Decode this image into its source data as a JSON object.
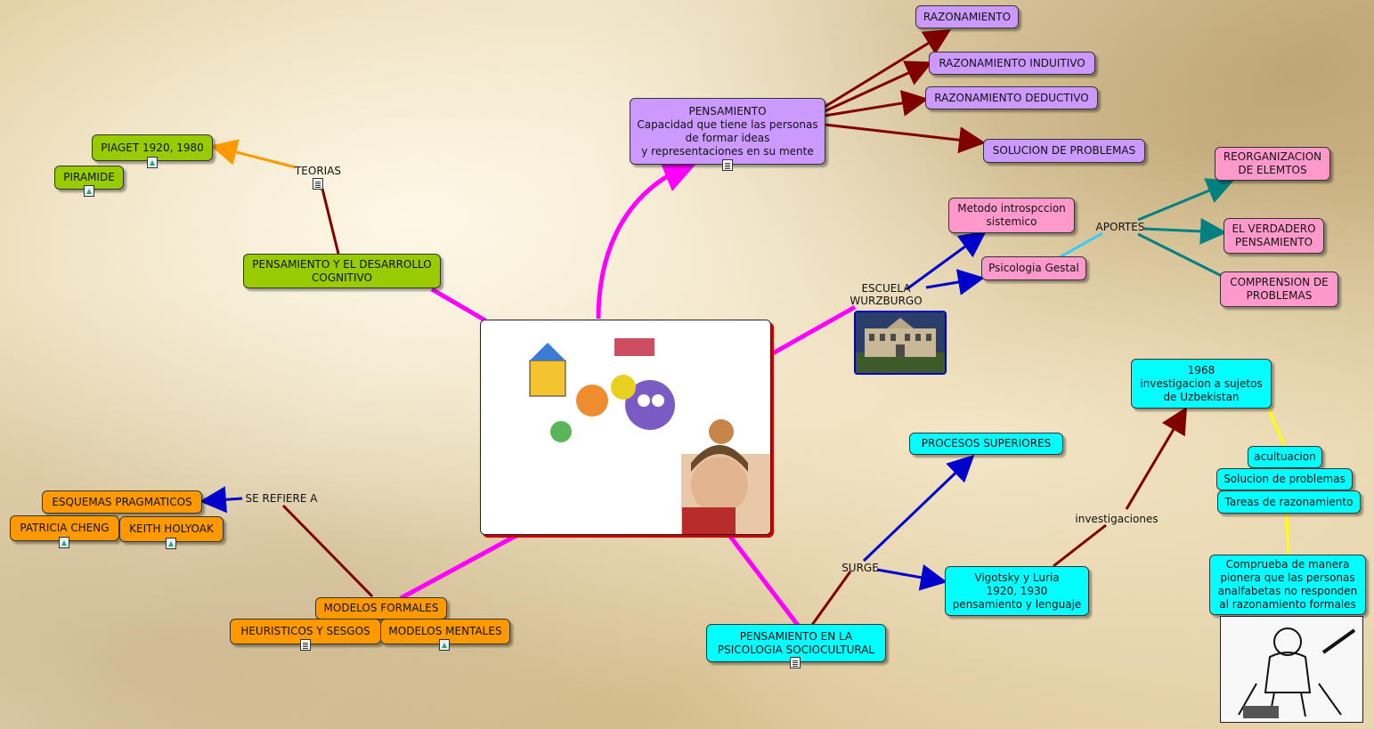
{
  "colors": {
    "pink_link": "#ff00ff",
    "darkred_link": "#800000",
    "blue_link": "#0000cc",
    "teal_link": "#008080",
    "orange_link": "#ff9900",
    "yellow_link": "#ffff00",
    "sky_link": "#33ccff"
  },
  "nodes": {
    "pensamiento": "PENSAMIENTO\nCapacidad que tiene las personas\nde formar ideas\ny representaciones en su mente",
    "razonamiento": "RAZONAMIENTO",
    "razonamiento_inductivo": "RAZONAMIENTO INDUITIVO",
    "razonamiento_deductivo": "RAZONAMIENTO DEDUCTIVO",
    "solucion_problemas": "SOLUCION DE PROBLEMAS",
    "piaget": "PIAGET 1920, 1980",
    "piramide": "PIRAMIDE",
    "desarrollo_cognitivo": "PENSAMIENTO Y EL DESARROLLO\nCOGNITIVO",
    "metodo": "Metodo introspccion\nsistemico",
    "psicologia_gestal": "Psicologia Gestal",
    "reorganizacion": "REORGANIZACION\nDE ELEMTOS",
    "verdadero": "EL VERDADERO\nPENSAMIENTO",
    "comprension": "COMPRENSION DE\nPROBLEMAS",
    "anio_1968": "1968\ninvestigacion a sujetos\nde Uzbekistan",
    "aculturacion": "acultuacion",
    "solucion_problemas_2": "Solucion de problemas",
    "tareas": "Tareas de razonamiento",
    "comprueba": "Comprueba de manera\npionera que las personas\nanalfabetas no responden\nal razonamiento formales",
    "procesos": "PROCESOS SUPERIORES",
    "vigotsky": "Vigotsky y Luria\n1920, 1930\npensamiento y lenguaje",
    "sociocultural": "PENSAMIENTO EN LA\nPSICOLOGIA SOCIOCULTURAL",
    "esquemas": "ESQUEMAS PRAGMATICOS",
    "cheng": "PATRICIA CHENG",
    "holyoak": "KEITH HOLYOAK",
    "modelos_formales": "MODELOS FORMALES",
    "heuristicos": "HEURISTICOS Y SESGOS",
    "modelos_mentales": "MODELOS MENTALES"
  },
  "labels": {
    "teorias": "TEORIAS",
    "escuela": "ESCUELA\nWURZBURGO",
    "aportes": "APORTES",
    "investigaciones": "investigaciones",
    "surge": "SURGE",
    "se_refiere": "SE REFIERE A"
  },
  "icons": [
    "document-icon",
    "image-icon"
  ]
}
